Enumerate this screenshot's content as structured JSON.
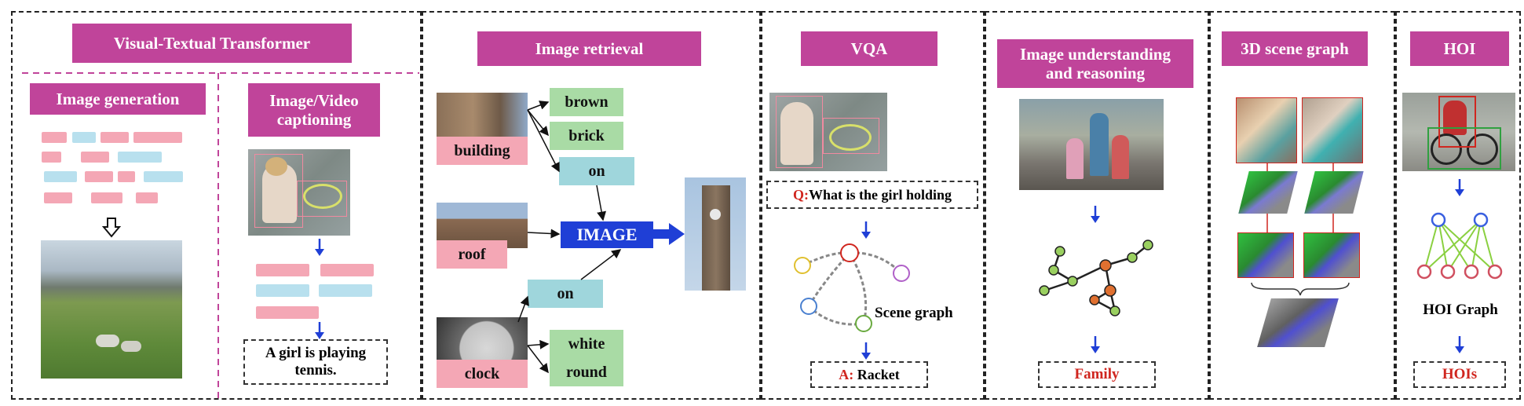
{
  "panels": {
    "vt": {
      "title": "Visual-Textual Transformer",
      "gen": {
        "title": "Image generation"
      },
      "cap": {
        "title": "Image/Video captioning",
        "output": "A girl is playing tennis."
      }
    },
    "retrieval": {
      "title": "Image retrieval",
      "labels": {
        "building": "building",
        "brown": "brown",
        "brick": "brick",
        "on1": "on",
        "roof": "roof",
        "image": "IMAGE",
        "on2": "on",
        "clock": "clock",
        "white": "white",
        "round": "round"
      }
    },
    "vqa": {
      "title": "VQA",
      "question_prefix": "Q:",
      "question": "What is the girl holding",
      "scene_graph_label": "Scene graph",
      "answer_prefix": "A:",
      "answer": " Racket"
    },
    "reasoning": {
      "title": "Image understanding and reasoning",
      "output": "Family"
    },
    "scene3d": {
      "title": "3D scene graph"
    },
    "hoi": {
      "title": "HOI",
      "graph_label": "HOI Graph",
      "output": "HOIs"
    }
  },
  "colors": {
    "header": "#c0449a",
    "pink": "#f4a7b5",
    "green": "#a9dba5",
    "cyan": "#9fd6dc",
    "blue": "#1f3fd6",
    "red": "#d0261f"
  }
}
